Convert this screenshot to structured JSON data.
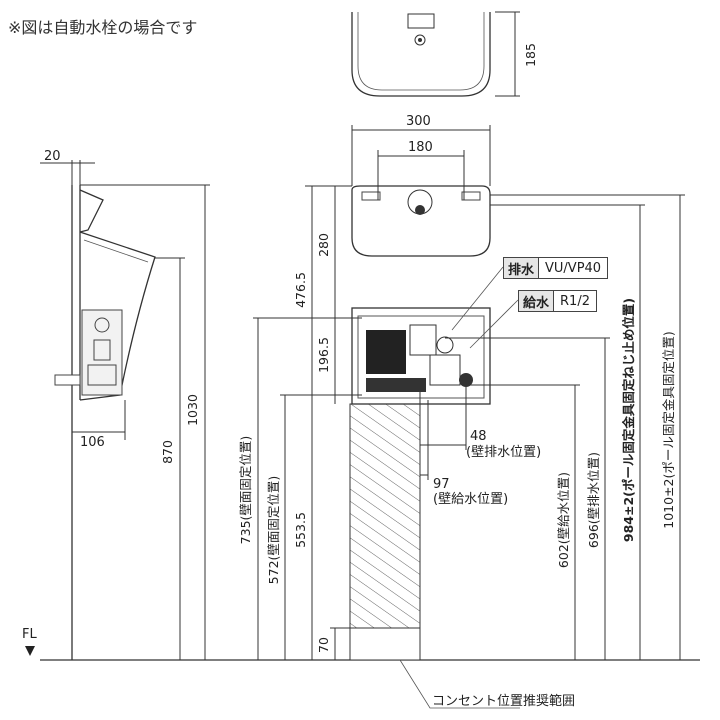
{
  "note": "※図は自動水栓の場合です",
  "top_view": {
    "depth": "185"
  },
  "front_view": {
    "width": "300",
    "inner_width": "180",
    "dim_280": "280",
    "dim_476_5": "476.5",
    "dim_196_5": "196.5",
    "dim_553_5": "553.5",
    "dim_70": "70",
    "dim_735": "735(壁面固定位置)",
    "dim_572": "572(壁面固定位置)",
    "dim_48": "48",
    "wall_drain_pos": "(壁排水位置)",
    "dim_97": "97",
    "wall_supply_pos": "(壁給水位置)",
    "dim_602": "602(壁給水位置)",
    "dim_696": "696(壁排水位置)",
    "dim_984": "984±2(ポール固定金具固定ねじ止め位置)",
    "dim_1010": "1010±2(ポール固定金具固定位置)",
    "drain_tag": "排水",
    "drain_value": "VU/VP40",
    "supply_tag": "給水",
    "supply_value": "R1/2",
    "outlet_range": "コンセント位置推奨範囲"
  },
  "side_view": {
    "dim_20": "20",
    "dim_106": "106",
    "dim_870": "870",
    "dim_1030": "1030",
    "fl": "FL"
  }
}
